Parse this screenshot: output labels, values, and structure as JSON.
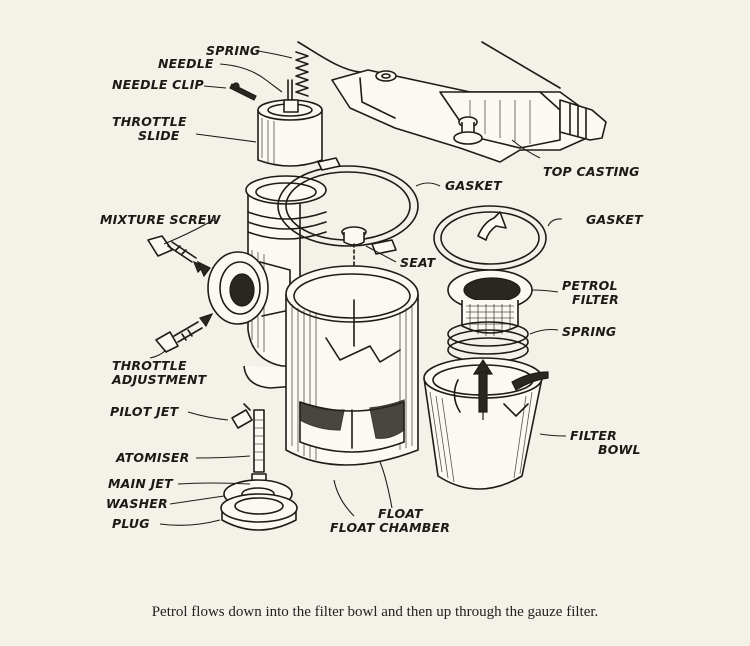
{
  "labels": {
    "spring_top": "SPRING",
    "needle": "NEEDLE",
    "needle_clip": "NEEDLE CLIP",
    "throttle_slide_1": "THROTTLE",
    "throttle_slide_2": "SLIDE",
    "top_casting": "TOP CASTING",
    "gasket_1": "GASKET",
    "mixture_screw": "MIXTURE SCREW",
    "seat": "SEAT",
    "gasket_2": "GASKET",
    "petrol_filter_1": "PETROL",
    "petrol_filter_2": "FILTER",
    "spring_filter": "SPRING",
    "throttle_adjustment_1": "THROTTLE",
    "throttle_adjustment_2": "ADJUSTMENT",
    "pilot_jet": "PILOT JET",
    "atomiser": "ATOMISER",
    "main_jet": "MAIN JET",
    "washer": "WASHER",
    "plug": "PLUG",
    "filter_bowl_1": "FILTER",
    "filter_bowl_2": "BOWL",
    "float": "FLOAT",
    "float_chamber": "FLOAT CHAMBER"
  },
  "caption": "Petrol flows down into the filter bowl and then up through the gauze filter."
}
